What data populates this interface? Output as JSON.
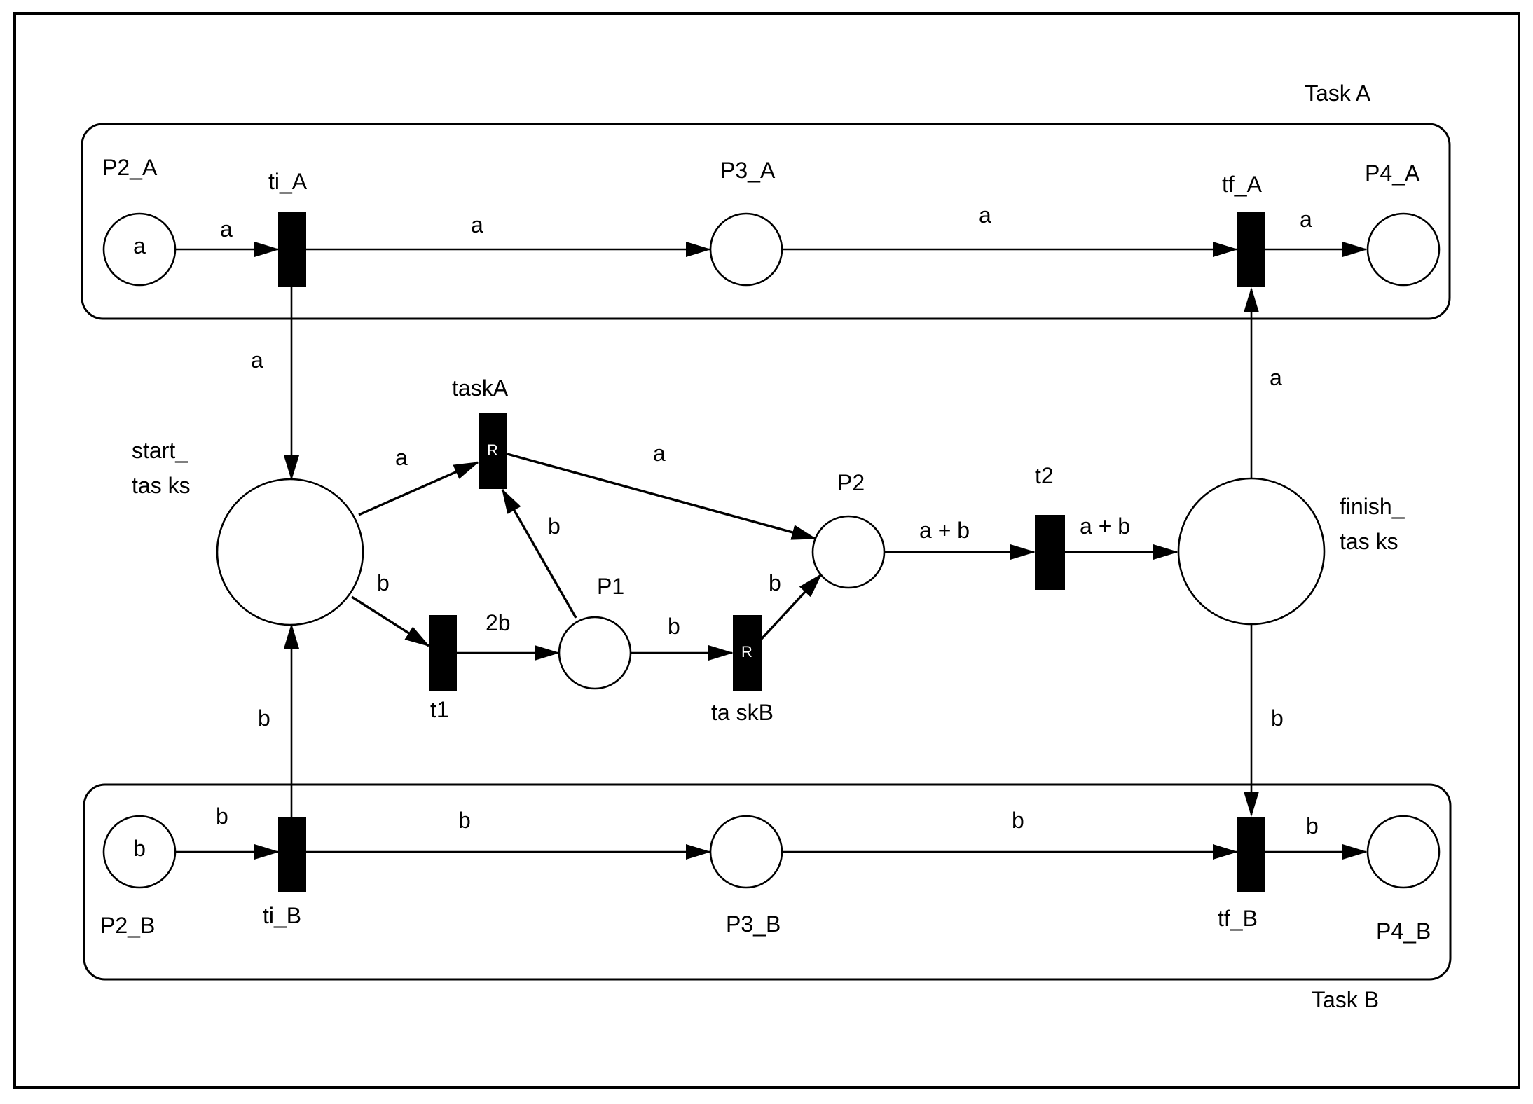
{
  "groups": {
    "task_a": "Task A",
    "task_b": "Task B"
  },
  "places": {
    "p2_a": {
      "label": "P2_A",
      "token": "a"
    },
    "p3_a": {
      "label": "P3_A"
    },
    "p4_a": {
      "label": "P4_A"
    },
    "start_tasks": {
      "label_line1": "start_",
      "label_line2": "tas ks"
    },
    "p1": {
      "label": "P1"
    },
    "p2": {
      "label": "P2"
    },
    "finish_tasks": {
      "label_line1": "finish_",
      "label_line2": "tas ks"
    },
    "p2_b": {
      "label": "P2_B",
      "token": "b"
    },
    "p3_b": {
      "label": "P3_B"
    },
    "p4_b": {
      "label": "P4_B"
    }
  },
  "transitions": {
    "ti_a": {
      "label": "ti_A"
    },
    "tf_a": {
      "label": "tf_A"
    },
    "task_a": {
      "label": "taskA",
      "marker": "R"
    },
    "t1": {
      "label": "t1"
    },
    "task_b": {
      "label": "ta skB",
      "marker": "R"
    },
    "t2": {
      "label": "t2"
    },
    "ti_b": {
      "label": "ti_B"
    },
    "tf_b": {
      "label": "tf_B"
    }
  },
  "arcs": {
    "p2a_tia": "a",
    "tia_p3a": "a",
    "p3a_tfa": "a",
    "tfa_p4a": "a",
    "tia_start": "a",
    "start_taska": "a",
    "taska_p2": "a",
    "p1_taska": "b",
    "start_t1": "b",
    "t1_p1": "2b",
    "p1_taskb": "b",
    "taskb_p2": "b",
    "p2_t2": "a + b",
    "t2_finish": "a + b",
    "finish_tfa": "a",
    "finish_tfb": "b",
    "tib_start": "b",
    "p2b_tib": "b",
    "tib_p3b": "b",
    "p3b_tfb": "b",
    "tfb_p4b": "b"
  }
}
